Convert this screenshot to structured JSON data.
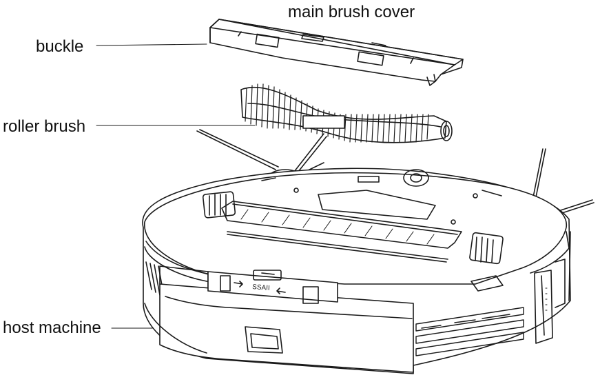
{
  "labels": {
    "main_brush_cover": "main brush cover",
    "buckle": "buckle",
    "roller_brush": "roller brush",
    "host_machine": "host machine"
  },
  "colors": {
    "line": "#1a1a1a",
    "background": "#ffffff"
  }
}
